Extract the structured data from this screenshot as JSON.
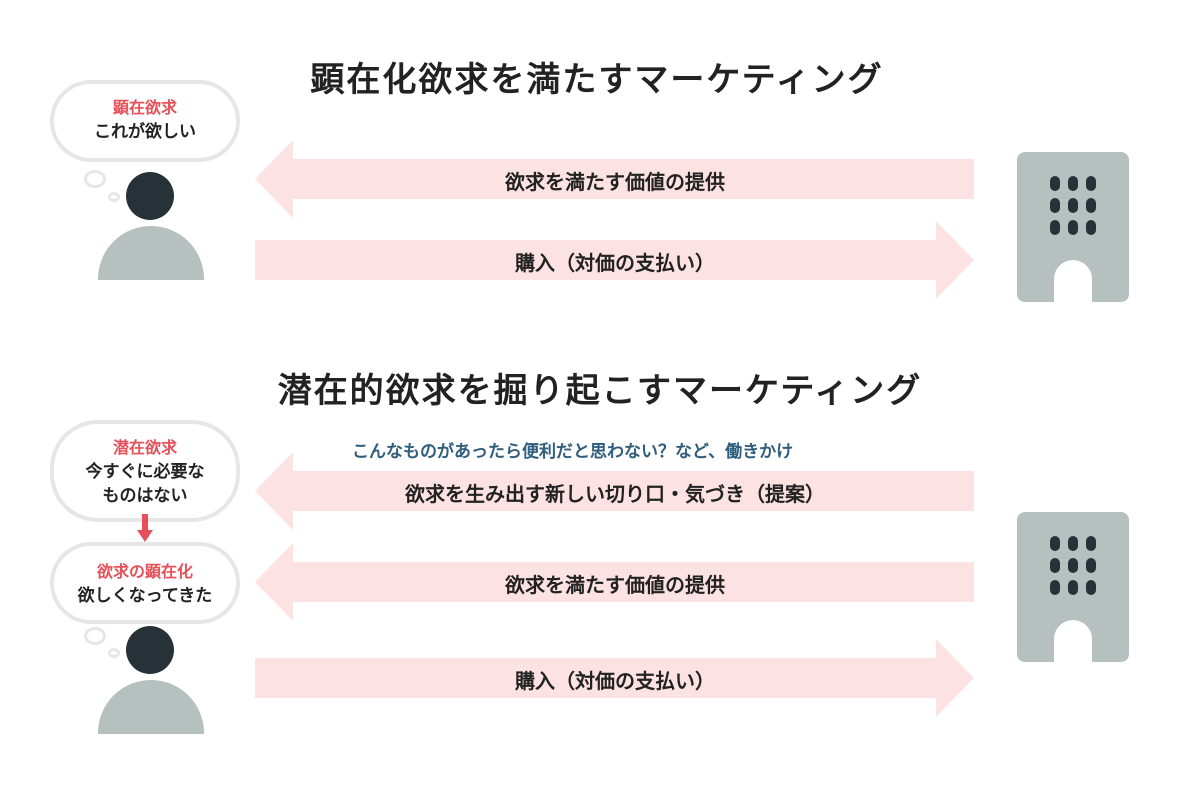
{
  "sections": [
    {
      "title": "顕在化欲求を満たすマーケティング",
      "bubble": {
        "title": "顕在欲求",
        "text": "これが欲しい"
      },
      "arrow_left_label": "欲求を満たす価値の提供",
      "arrow_right_label": "購入（対価の支払い）"
    },
    {
      "title": "潜在的欲求を掘り起こすマーケティング",
      "bubble1": {
        "title": "潜在欲求",
        "text1": "今すぐに必要な",
        "text2": "ものはない"
      },
      "bubble2": {
        "title": "欲求の顕在化",
        "text": "欲しくなってきた"
      },
      "note": "こんなものがあったら便利だと思わない？など、働きかけ",
      "arrow1_label": "欲求を生み出す新しい切り口・気づき（提案）",
      "arrow2_label": "欲求を満たす価値の提供",
      "arrow3_label": "購入（対価の支払い）"
    }
  ],
  "colors": {
    "arrow_fill": "#fde2e4",
    "accent_red": "#e5505a",
    "person_head": "#263238",
    "person_body": "#b5c0bf",
    "building": "#b5c0bf",
    "note_text": "#2f5d7c"
  }
}
